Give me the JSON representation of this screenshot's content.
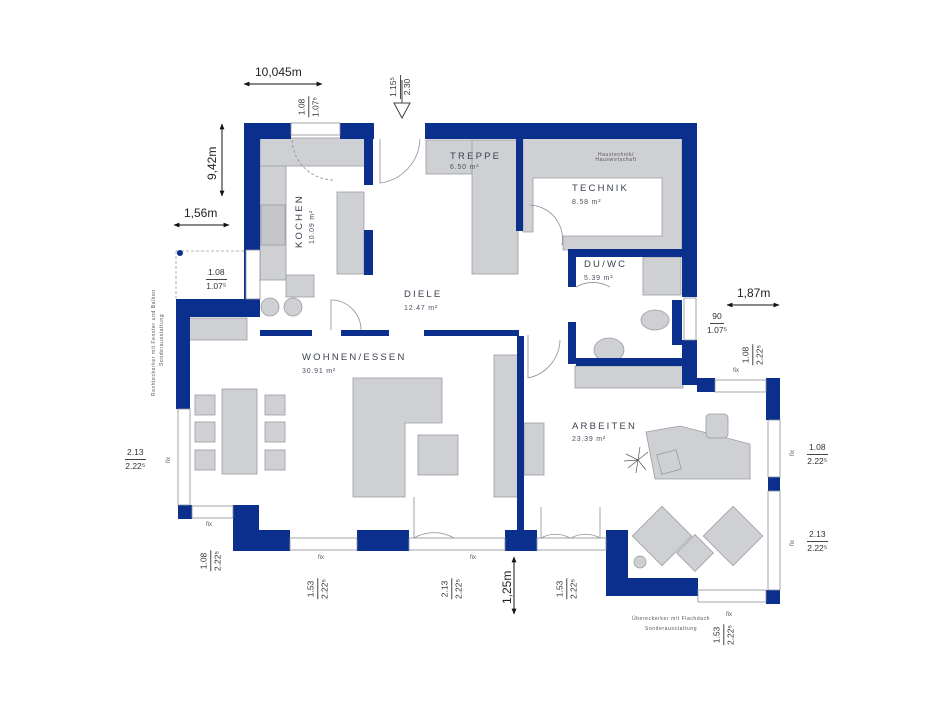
{
  "colors": {
    "wall": "#0b2f8c",
    "furniture": "#cfd0d3",
    "furniture_stroke": "#9a9ca2",
    "text": "#3b4150"
  },
  "overall_dimensions": {
    "width": "10,045m",
    "depth": "9,42m"
  },
  "offsets": {
    "left_bay": "1,56m",
    "right_bay": "1,87m",
    "bottom_bay": "1,25m"
  },
  "rooms": [
    {
      "name": "KOCHEN",
      "area": "10.09 m²"
    },
    {
      "name": "TREPPE",
      "area": "6.50 m²"
    },
    {
      "name": "TECHNIK",
      "area": "8.58 m²",
      "note": "Haustechnik/ Hauswirtschaft"
    },
    {
      "name": "DIELE",
      "area": "12.47 m²"
    },
    {
      "name": "DU/WC",
      "area": "5.39 m²"
    },
    {
      "name": "WOHNEN/ESSEN",
      "area": "30.91 m²"
    },
    {
      "name": "ARBEITEN",
      "area": "23.39 m²"
    }
  ],
  "openings": [
    {
      "id": "kitchen-top",
      "num": "1.08",
      "den": "1.07⁵"
    },
    {
      "id": "entrance",
      "num": "1.15⁵",
      "den": "2.30"
    },
    {
      "id": "kitchen-side",
      "num": "1.08",
      "den": "1.07⁵"
    },
    {
      "id": "wc",
      "num": "90",
      "den": "1.07⁵"
    },
    {
      "id": "arbeiten-top",
      "num": "1.08",
      "den": "2.22⁵"
    },
    {
      "id": "living-left",
      "num": "2.13",
      "den": "2.22⁵"
    },
    {
      "id": "living-corner",
      "num": "1.08",
      "den": "2.22⁵"
    },
    {
      "id": "living-bottom",
      "num": "1.53",
      "den": "2.22⁵"
    },
    {
      "id": "living-door",
      "num": "2.13",
      "den": "2.22⁵"
    },
    {
      "id": "arbeiten-door",
      "num": "1.53",
      "den": "2.22⁵"
    },
    {
      "id": "arbeiten-right-upper",
      "num": "1.08",
      "den": "2.22⁵"
    },
    {
      "id": "arbeiten-right-lower",
      "num": "2.13",
      "den": "2.22⁵"
    },
    {
      "id": "arbeiten-bottom",
      "num": "1.53",
      "den": "2.22⁵"
    }
  ],
  "fix_label": "fix",
  "annotations": {
    "left_bay": "Rechteckerker mit Fenster und Balkon",
    "left_bay_sub": "Sonderausstattung",
    "corner_bay": "Übereckerker mit Flachdach",
    "corner_bay_sub": "Sonderausstattung"
  }
}
